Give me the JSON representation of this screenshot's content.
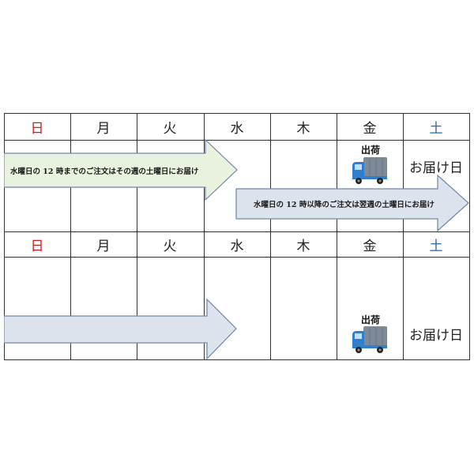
{
  "weekdays": [
    "日",
    "月",
    "火",
    "水",
    "木",
    "金",
    "土"
  ],
  "colors": {
    "sunday": "#c8201e",
    "saturday": "#2a63b8",
    "arrow_green_fill": "#e8f2de",
    "arrow_blue_fill": "#dde3ec",
    "arrow_stroke": "#6f86a6",
    "truck_body": "#2f7fcc",
    "truck_cargo": "#7f8a99"
  },
  "week1": {
    "arrow_before_noon": "水曜日の 12 時までのご注文はその週の土曜日にお届け",
    "arrow_after_noon": "水曜日の 12 時以降のご注文は翌週の土曜日にお届け",
    "ship_label": "出荷",
    "deliver_label": "お届け日"
  },
  "week2": {
    "ship_label": "出荷",
    "deliver_label": "お届け日"
  }
}
